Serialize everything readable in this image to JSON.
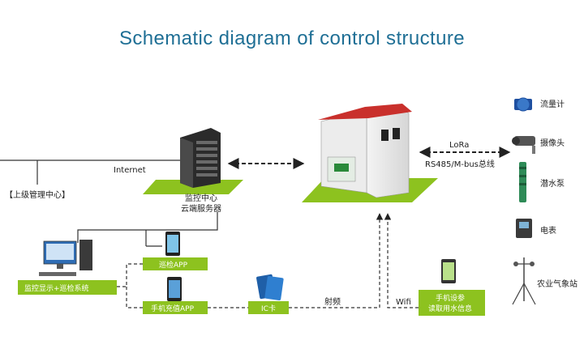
{
  "title": "Schematic diagram of control structure",
  "labels": {
    "upper_center": "【上级管理中心】",
    "internet": "Internet",
    "monitor_center": "监控中心",
    "cloud_server": "云端服务器",
    "lora": "LoRa",
    "rs485": "RS485/M-bus总线",
    "inspection_app": "巡检APP",
    "monitor_system": "监控显示+巡检系统",
    "recharge_app": "手机充值APP",
    "ic_card": "IC卡",
    "rf": "射频",
    "wifi": "Wifi",
    "phone_setting_1": "手机设参",
    "phone_setting_2": "读取用水信息"
  },
  "devices": [
    {
      "id": "flowmeter",
      "label": "流量计",
      "icon": "flowmeter-icon"
    },
    {
      "id": "camera",
      "label": "摄像头",
      "icon": "camera-icon"
    },
    {
      "id": "pump",
      "label": "潜水泵",
      "icon": "submersible-pump-icon"
    },
    {
      "id": "meter",
      "label": "电表",
      "icon": "electric-meter-icon"
    },
    {
      "id": "weather",
      "label": "农业气象站",
      "icon": "weather-station-icon"
    }
  ],
  "colors": {
    "title": "#1f6f95",
    "green": "#8dc21f",
    "cabinet_roof": "#c9302c",
    "link": "#222222"
  }
}
